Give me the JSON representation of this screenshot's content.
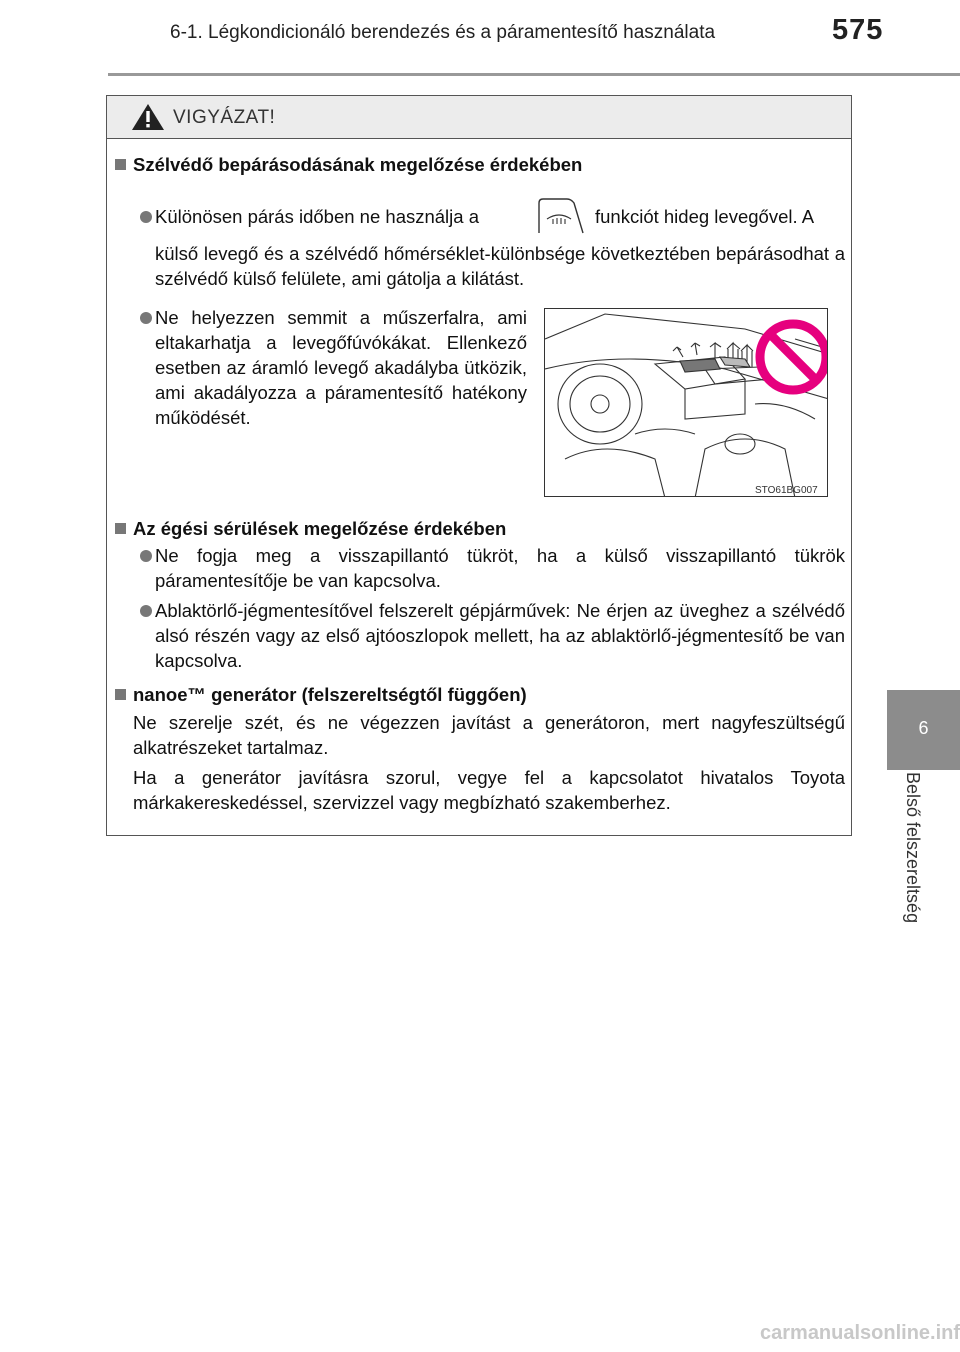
{
  "header": {
    "title": "6-1. Légkondicionáló berendezés és a páramentesítő használata",
    "page_number": "575"
  },
  "side_tab": {
    "number": "6",
    "label": "Belső felszereltség"
  },
  "warning": {
    "label": "VIGYÁZAT!",
    "section1": {
      "title": "Szélvédő bepárásodásának megelőzése érdekében",
      "bullet1_before": "Különösen párás időben ne használja a",
      "bullet1_after": "funkciót hideg levegővel. A",
      "bullet1_rest": "külső levegő és a szélvédő hőmérséklet-különbsége következtében bepárásodhat a szélvédő külső felülete, ami gátolja a kilátást.",
      "bullet2": "Ne helyezzen semmit a műszerfalra, ami eltakarhatja a levegőfúvókákat. Ellenkező esetben az áramló levegő akadályba ütközik, ami akadályozza a páramentesítő hatékony működését.",
      "figure_code": "STO61BG007"
    },
    "section2": {
      "title": "Az égési sérülések megelőzése érdekében",
      "bullet1": "Ne fogja meg a visszapillantó tükröt, ha a külső visszapillantó tükrök páramentesítője be van kapcsolva.",
      "bullet2": "Ablaktörlő-jégmentesítővel felszerelt gépjárművek: Ne érjen az üveghez a szélvédő alsó részén vagy az első ajtóoszlopok mellett, ha az ablaktörlő-jégmentesítő be van kapcsolva."
    },
    "section3": {
      "title": "nanoe™ generátor (felszereltségtől függően)",
      "para1": "Ne szerelje szét, és ne végezzen javítást a generátoron, mert nagyfeszültségű alkatrészeket tartalmaz.",
      "para2": "Ha a generátor javításra szorul, vegye fel a kapcsolatot hivatalos Toyota márkakereskedéssel, szervizzel vagy megbízható szakemberhez."
    }
  },
  "footer": {
    "watermark": "carmanualsonline.info"
  },
  "colors": {
    "rule": "#999999",
    "tab": "#8c8c8c",
    "header_bg": "#ececec",
    "prohibit": "#e6007e"
  }
}
